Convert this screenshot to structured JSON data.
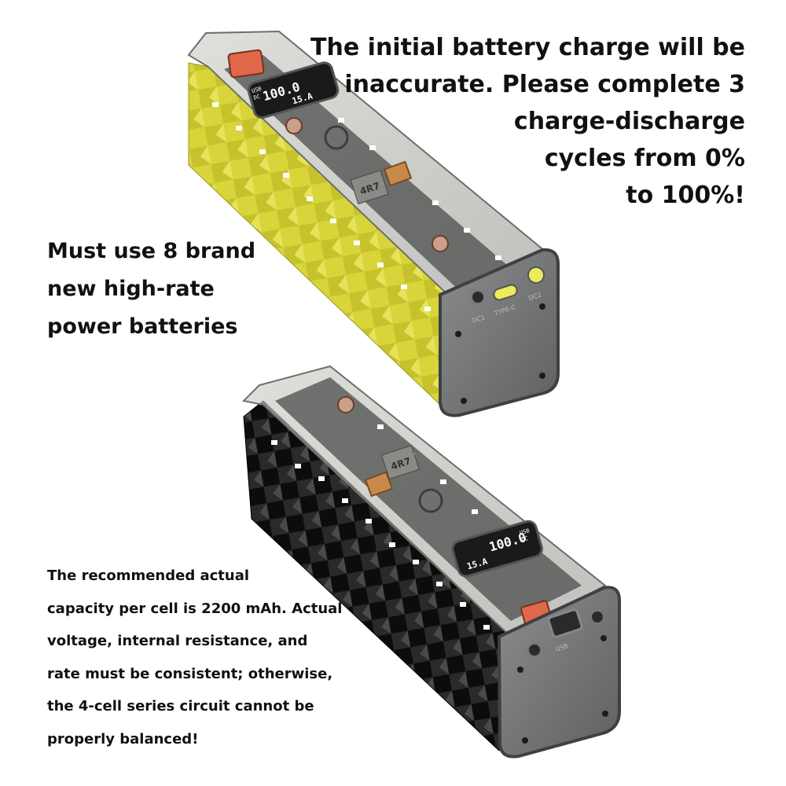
{
  "caption_top": [
    "The initial battery charge will be",
    "inaccurate. Please complete 3",
    "charge-discharge",
    "cycles from 0%",
    "to 100%!"
  ],
  "caption_middle": [
    "Must use 8 brand",
    "new high-rate",
    "power batteries"
  ],
  "caption_bottom": [
    "The recommended actual",
    "capacity per cell is 2200 mAh. Actual",
    "voltage, internal resistance, and",
    "rate must be consistent; otherwise,",
    "the 4-cell series circuit cannot be",
    "properly balanced!"
  ],
  "products": {
    "top": {
      "shell_color": "#d6d23a",
      "port_labels": [
        "DC1",
        "TYPE-C",
        "DC2"
      ],
      "display": {
        "readout_1": "100.0",
        "readout_2": "15.A",
        "labels": [
          "USB",
          "DC"
        ]
      },
      "inductor": "4R7"
    },
    "bottom": {
      "shell_color": "#151515",
      "port_labels": [
        "USB"
      ],
      "display": {
        "readout_1": "100.0",
        "readout_2": "15.A",
        "labels": [
          "USB",
          "DC"
        ]
      },
      "inductor": "4R7"
    }
  }
}
